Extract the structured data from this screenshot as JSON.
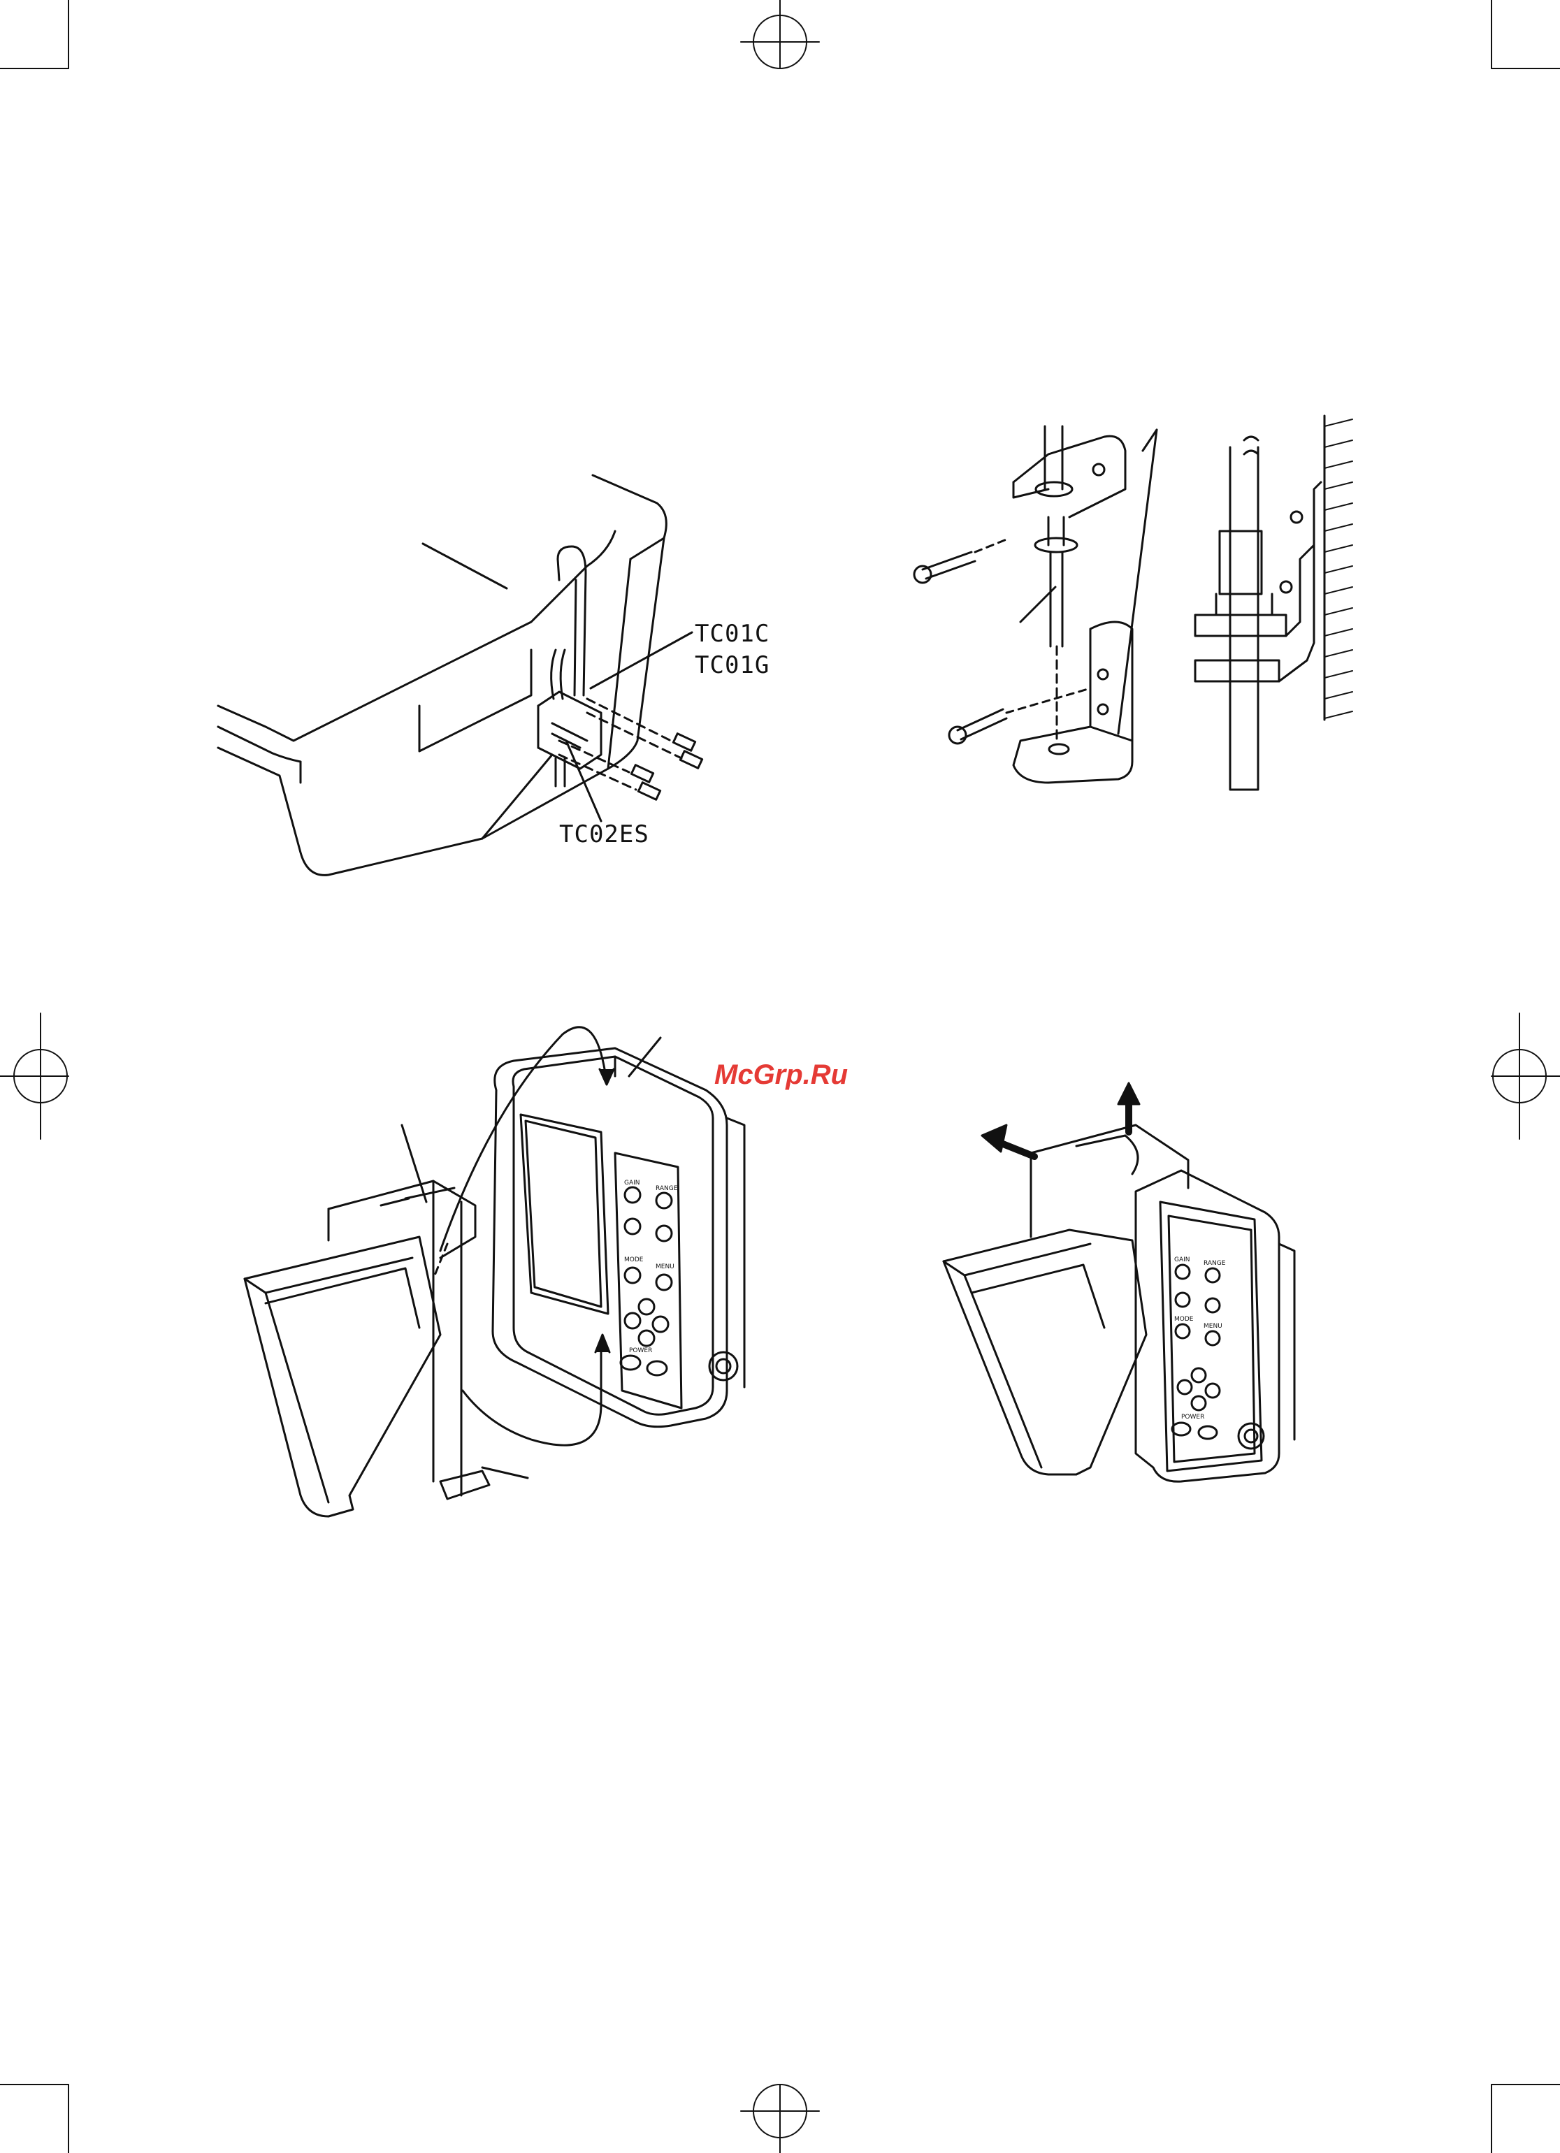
{
  "figure1": {
    "labels": [
      "TC01C",
      "TC01G",
      "TC02ES"
    ]
  },
  "watermark": "McGrp.Ru",
  "colors": {
    "line": "#111111",
    "watermark": "#e53a35"
  },
  "figure3": {
    "panel": {
      "button_labels": [
        "GAIN",
        "RANGE",
        "MODE",
        "MENU",
        "POWER"
      ]
    }
  }
}
